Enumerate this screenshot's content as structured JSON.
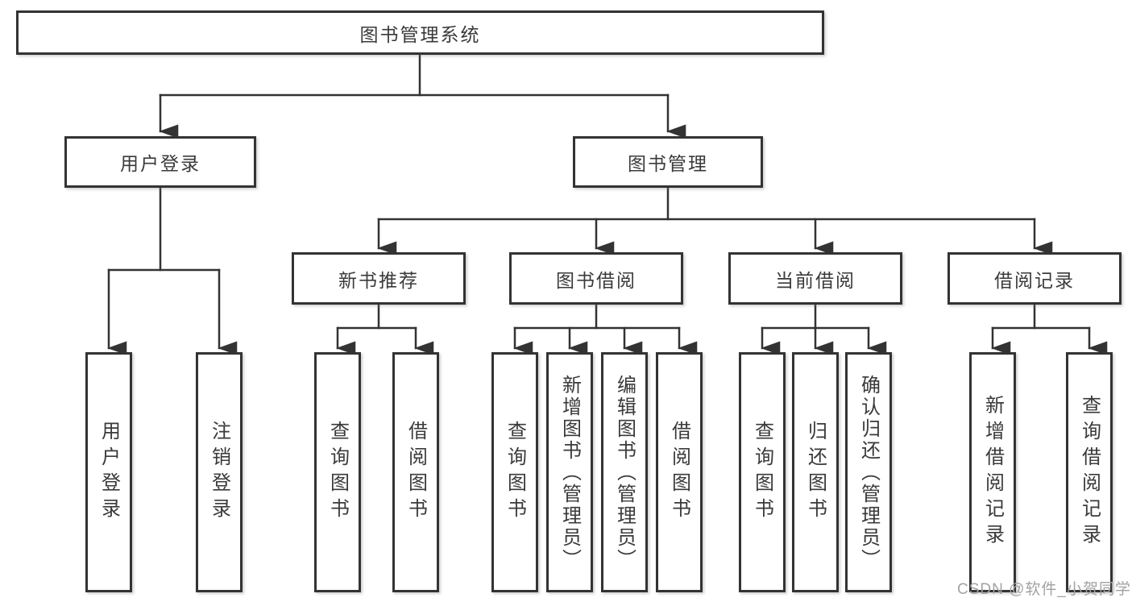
{
  "diagram": {
    "title_node": {
      "label": "图书管理系统"
    },
    "level2": [
      {
        "label": "用户登录"
      },
      {
        "label": "图书管理"
      }
    ],
    "level3": [
      {
        "label": "新书推荐"
      },
      {
        "label": "图书借阅"
      },
      {
        "label": "当前借阅"
      },
      {
        "label": "借阅记录"
      }
    ],
    "leaves": [
      {
        "label": "用户登录"
      },
      {
        "label": "注销登录"
      },
      {
        "label": "查询图书"
      },
      {
        "label": "借阅图书"
      },
      {
        "label": "查询图书"
      },
      {
        "label": "新增图书（管理员）"
      },
      {
        "label": "编辑图书（管理员）"
      },
      {
        "label": "借阅图书"
      },
      {
        "label": "查询图书"
      },
      {
        "label": "归还图书"
      },
      {
        "label": "确认归还（管理员）"
      },
      {
        "label": "新增借阅记录"
      },
      {
        "label": "查询借阅记录"
      }
    ]
  },
  "watermark": {
    "text": "CSDN @软件_小贺同学"
  },
  "colors": {
    "line": "#333333",
    "border": "#333333",
    "text": "#3a3a3a",
    "background": "#ffffff",
    "watermark": "#a2a2a2"
  }
}
